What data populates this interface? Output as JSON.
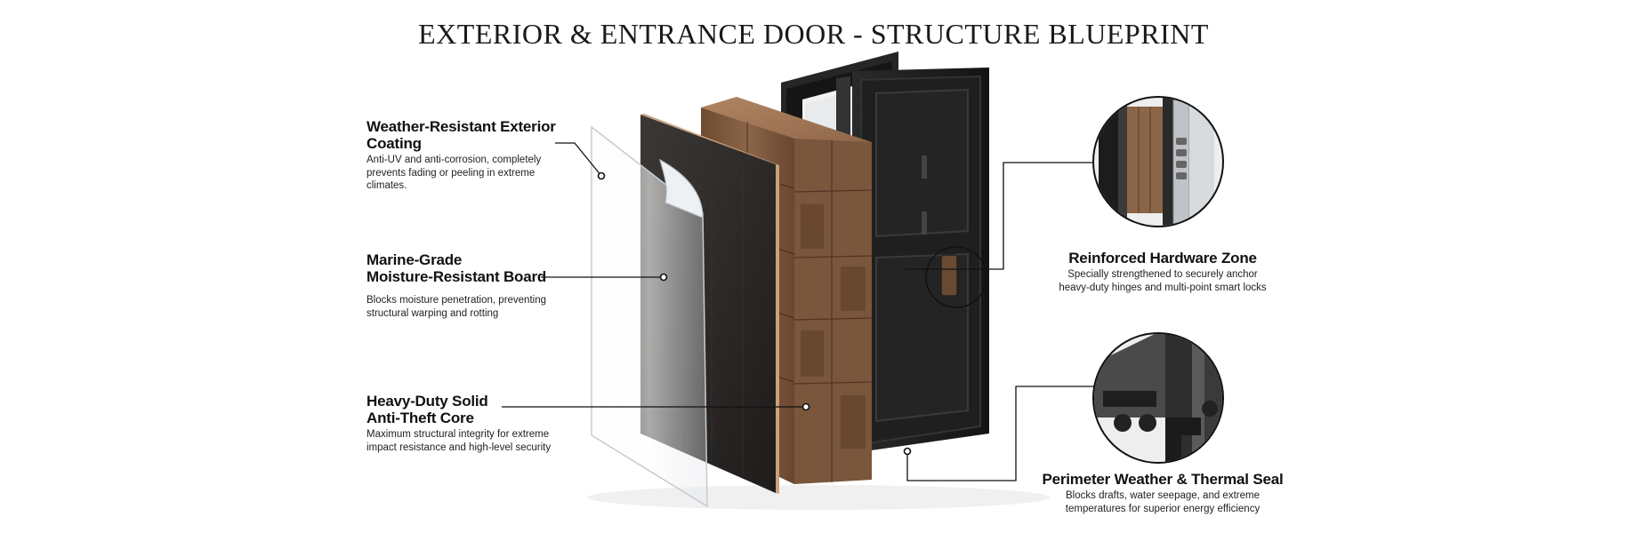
{
  "title": "EXTERIOR & ENTRANCE DOOR - STRUCTURE BLUEPRINT",
  "callouts": {
    "coating": {
      "heading": "Weather-Resistant Exterior Coating",
      "desc_1": "Anti-UV and anti-corrosion, completely",
      "desc_2": "prevents fading or peeling in extreme",
      "desc_3": "climates."
    },
    "board": {
      "heading_1": "Marine-Grade",
      "heading_2": "Moisture-Resistant Board",
      "desc_1": "Blocks moisture penetration, preventing",
      "desc_2": "structural warping and rotting"
    },
    "core": {
      "heading_1": "Heavy-Duty Solid",
      "heading_2": "Anti-Theft Core",
      "desc_1": "Maximum structural integrity for extreme",
      "desc_2": "impact resistance and high-level security"
    },
    "hardware": {
      "heading": "Reinforced Hardware Zone",
      "desc_1": "Specially strengthened to securely anchor",
      "desc_2": "heavy-duty hinges and multi-point smart locks"
    },
    "seal": {
      "heading": "Perimeter Weather & Thermal Seal",
      "desc_1": "Blocks drafts, water seepage, and extreme",
      "desc_2": "temperatures for superior energy efficiency"
    }
  },
  "colors": {
    "board": "#2b2826",
    "wood_light": "#8a6548",
    "wood_dark": "#4a3020",
    "frame": "#1c1c1c",
    "leader": "#111111"
  }
}
